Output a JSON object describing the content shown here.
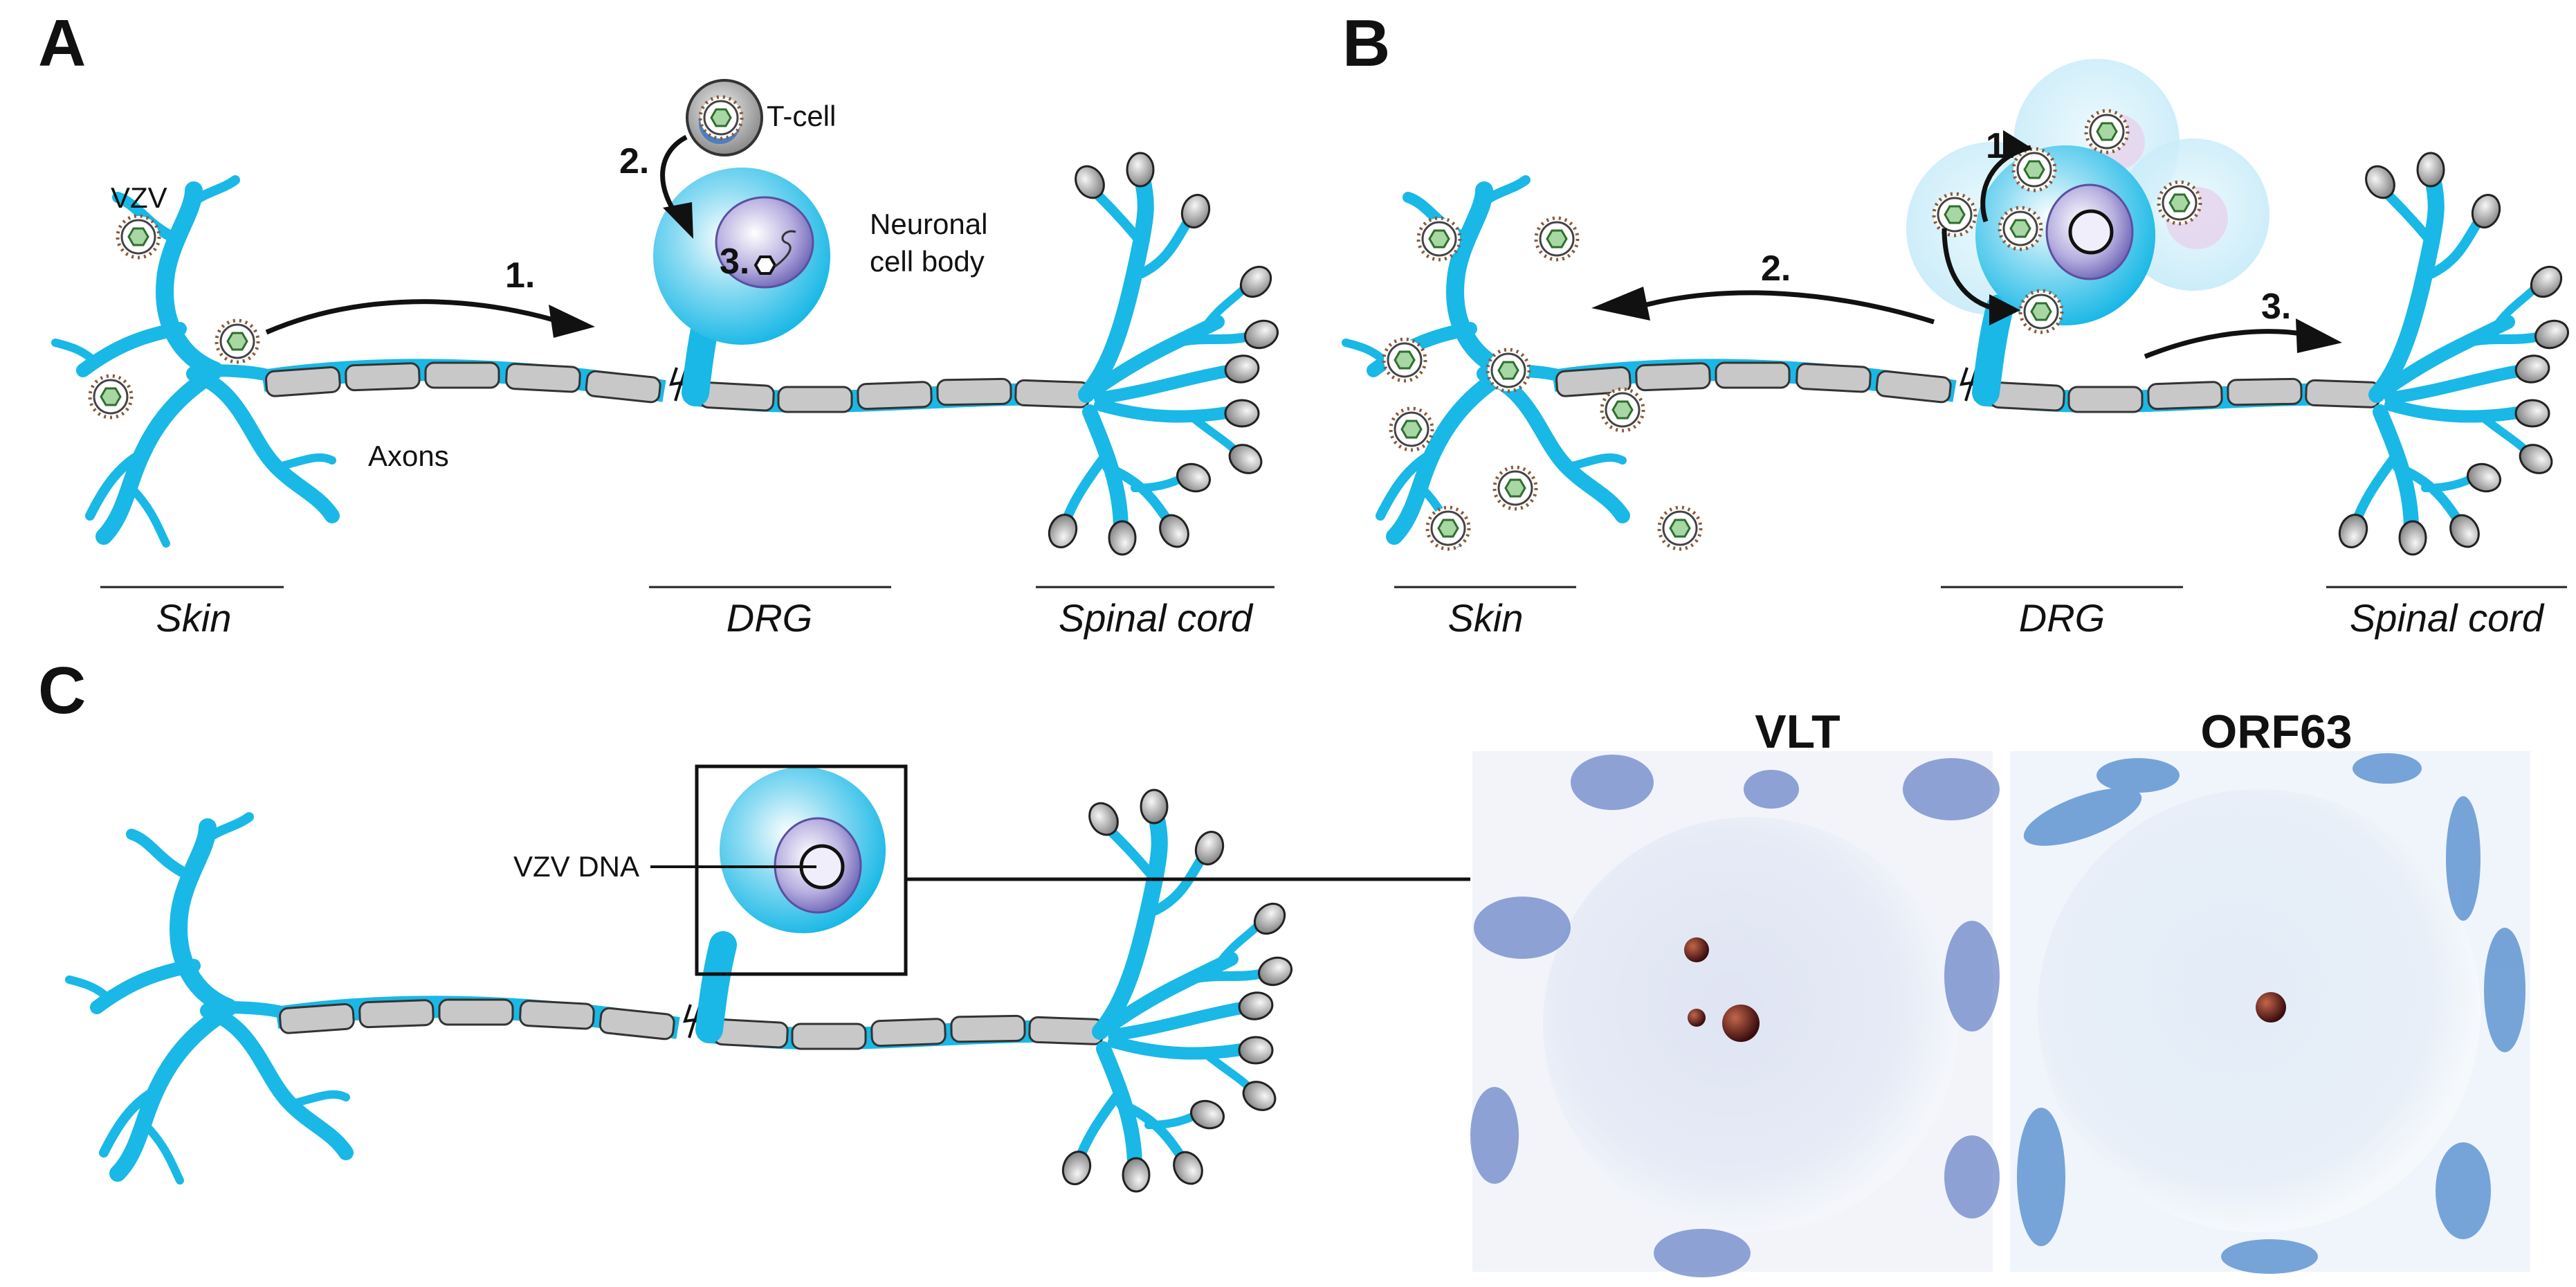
{
  "panels": {
    "a": {
      "letter": "A",
      "steps": [
        "1.",
        "2.",
        "3."
      ],
      "labels": {
        "vzv": "VZV",
        "tcell": "T-cell",
        "neuron_line1": "Neuronal",
        "neuron_line2": "cell body",
        "axons": "Axons"
      },
      "regions": [
        "Skin",
        "DRG",
        "Spinal cord"
      ]
    },
    "b": {
      "letter": "B",
      "steps": [
        "1.",
        "2.",
        "3."
      ],
      "regions": [
        "Skin",
        "DRG",
        "Spinal cord"
      ]
    },
    "c": {
      "letter": "C",
      "labels": {
        "vzv_dna": "VZV DNA"
      },
      "micrographs": [
        "VLT",
        "ORF63"
      ]
    }
  },
  "colors": {
    "neuron": "#19b8e6",
    "myelin": "#c8c8c8",
    "virus": "#4a8a4a",
    "tissue_stain": "#8fa6d4",
    "dna_signal": "#5a1a1a"
  },
  "icons": [
    "neuron-illustration",
    "virus-icon",
    "t-cell-icon",
    "axon-break-icon",
    "nucleus-icon",
    "synaptic-terminal-icon"
  ]
}
